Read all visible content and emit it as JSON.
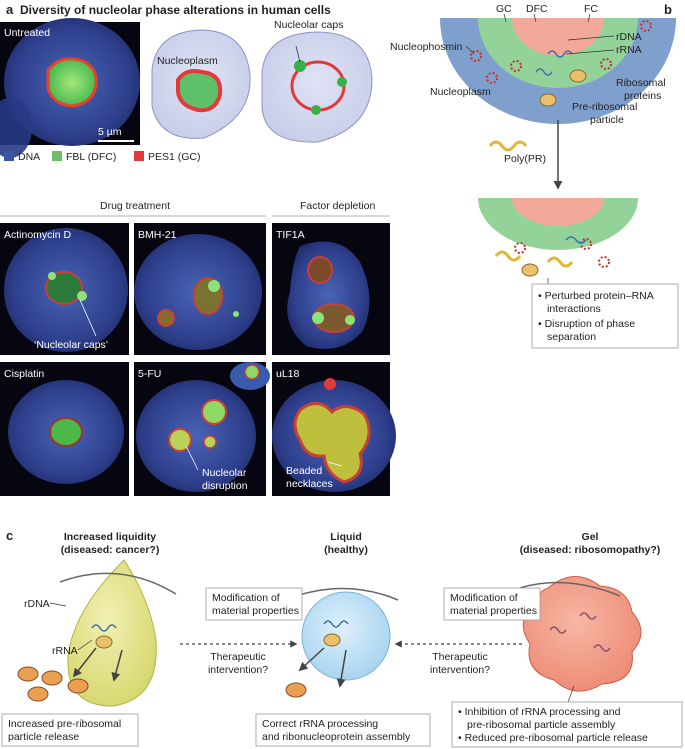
{
  "panel_a": {
    "letter": "a",
    "title": "Diversity of nucleolar phase alterations in human cells",
    "untreated_label": "Untreated",
    "scale_bar": "5 µm",
    "nucleoplasm_label": "Nucleoplasm",
    "nucleolar_caps_label": "Nucleolar caps",
    "legend": [
      {
        "label": "DNA",
        "color": "#3a57a6"
      },
      {
        "label": "FBL (DFC)",
        "color": "#6cc06a"
      },
      {
        "label": "PES1 (GC)",
        "color": "#e23a3a"
      }
    ],
    "drug_header": "Drug treatment",
    "factor_header": "Factor depletion",
    "panels": {
      "actinomycin": "Actinomycin D",
      "bmh": "BMH-21",
      "tif1a": "TIF1A",
      "cisplatin": "Cisplatin",
      "fu": "5-FU",
      "ul18": "uL18"
    },
    "nucleolar_caps_quote": "‘Nucleolar caps’",
    "nucleolar_disruption_1": "Nucleolar",
    "nucleolar_disruption_2": "disruption",
    "beaded_1": "Beaded",
    "beaded_2": "necklaces"
  },
  "panel_b": {
    "letter": "b",
    "gc": "GC",
    "dfc": "DFC",
    "fc": "FC",
    "rdna": "rDNA",
    "rrna": "rRNA",
    "nucleophosmin": "Nucleophosmin",
    "ribosomal_1": "Ribosomal",
    "ribosomal_2": "proteins",
    "nucleoplasm": "Nucleoplasm",
    "preribo_1": "Pre-ribosomal",
    "preribo_2": "particle",
    "polypr": "Poly(PR)",
    "box_1": "• Perturbed protein–RNA",
    "box_2": "interactions",
    "box_3": "• Disruption of phase",
    "box_4": "separation"
  },
  "panel_c": {
    "letter": "c",
    "left_title_1": "Increased liquidity",
    "left_title_2": "(diseased: cancer?)",
    "mid_title_1": "Liquid",
    "mid_title_2": "(healthy)",
    "right_title_1": "Gel",
    "right_title_2": "(diseased: ribosomopathy?)",
    "rdna": "rDNA",
    "rrna": "rRNA",
    "mod_left_1": "Modification of",
    "mod_left_2": "material properties",
    "mod_right_1": "Modification of",
    "mod_right_2": "material properties",
    "ther_left_1": "Therapeutic",
    "ther_left_2": "intervention?",
    "ther_right_1": "Therapeutic",
    "ther_right_2": "intervention?",
    "box_left_1": "Increased pre-ribosomal",
    "box_left_2": "particle release",
    "box_mid_1": "Correct rRNA processing",
    "box_mid_2": "and ribonucleoprotein assembly",
    "box_right_1": "• Inhibition of rRNA processing and",
    "box_right_2": "pre-ribosomal particle assembly",
    "box_right_3": "• Reduced pre-ribosomal particle release"
  }
}
